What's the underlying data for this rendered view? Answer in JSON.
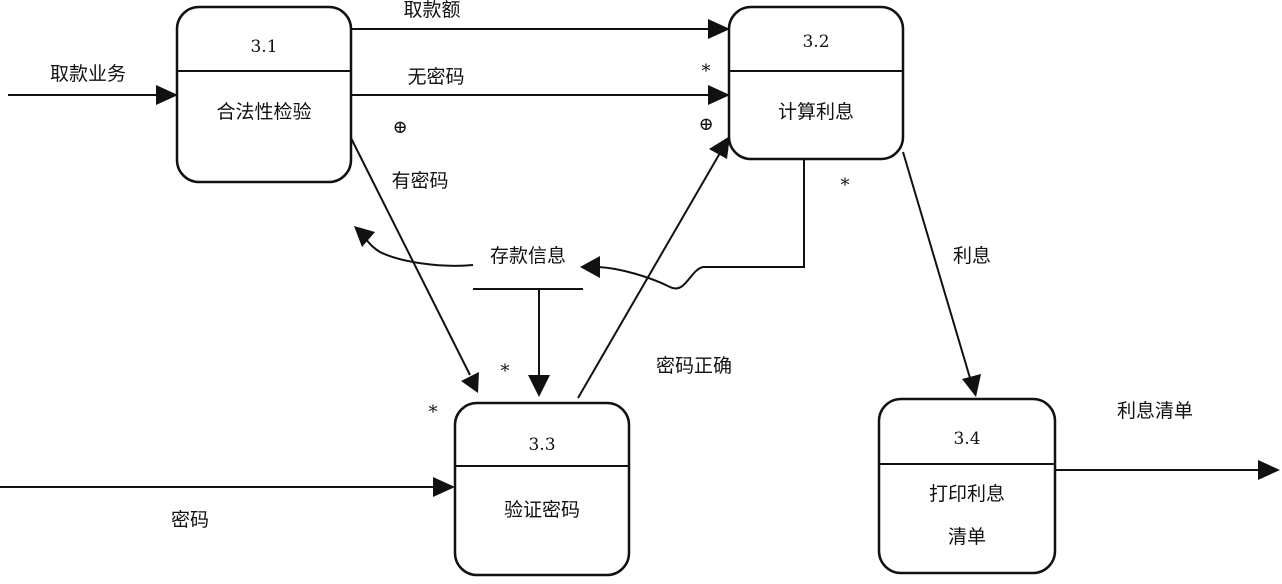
{
  "processes": {
    "p31": {
      "id": "3.1",
      "name": "合法性检验"
    },
    "p32": {
      "id": "3.2",
      "name": "计算利息"
    },
    "p33": {
      "id": "3.3",
      "name": "验证密码"
    },
    "p34": {
      "id": "3.4",
      "name_line1": "打印利息",
      "name_line2": "清单"
    }
  },
  "store": {
    "name": "存款信息"
  },
  "flows": {
    "withdraw_business": "取款业务",
    "withdraw_amount": "取款额",
    "no_password": "无密码",
    "has_password": "有密码",
    "password": "密码",
    "password_correct": "密码正确",
    "interest": "利息",
    "interest_list": "利息清单"
  },
  "symbols": {
    "star": "*",
    "xor": "⊕"
  }
}
